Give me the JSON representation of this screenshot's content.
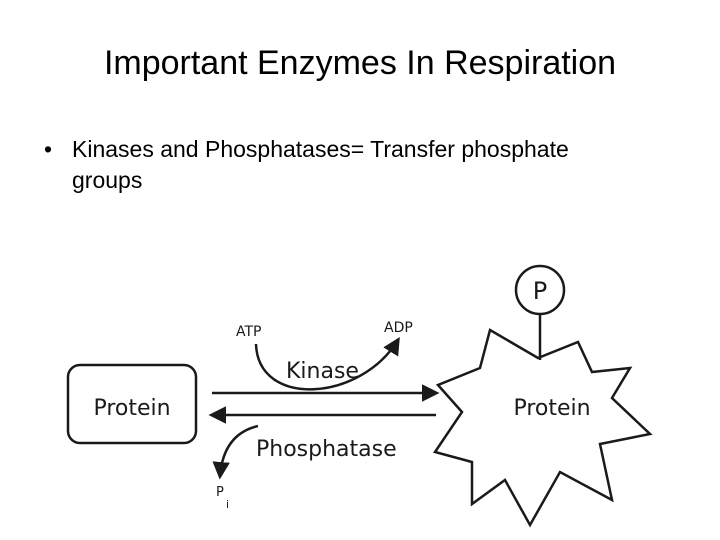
{
  "slide": {
    "title": "Important Enzymes In Respiration",
    "bullet_symbol": "•",
    "bullet_text": "Kinases and Phosphatases= Transfer phosphate groups"
  },
  "diagram": {
    "left_protein": "Protein",
    "right_protein": "Protein",
    "phosphate": "P",
    "atp": "ATP",
    "adp": "ADP",
    "kinase": "Kinase",
    "phosphatase": "Phosphatase",
    "pi_main": "P",
    "pi_sub": "i"
  },
  "colors": {
    "ink": "#1a1a1a",
    "background": "#ffffff"
  }
}
